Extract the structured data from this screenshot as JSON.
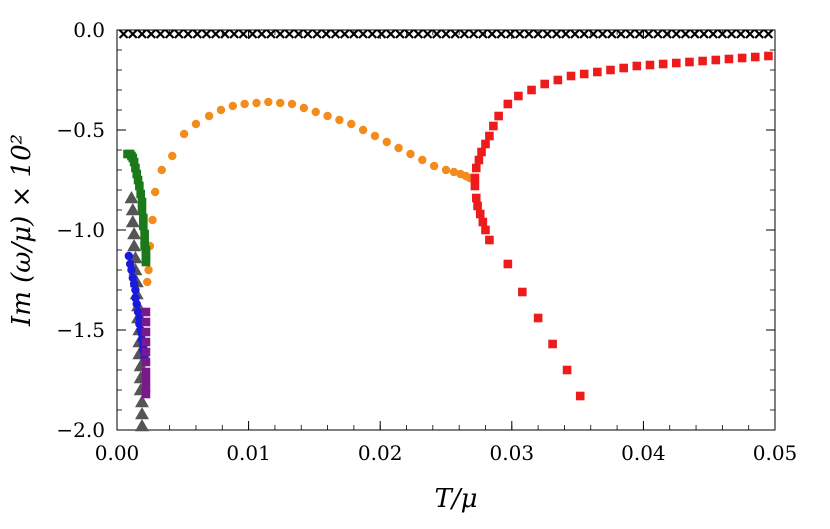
{
  "chart_data": {
    "type": "scatter",
    "xlabel": "T/μ",
    "ylabel": "Im (ω/μ) × 10²",
    "xlim": [
      0.0,
      0.05
    ],
    "ylim": [
      -2.0,
      0.0
    ],
    "xticks": [
      0.0,
      0.01,
      0.02,
      0.03,
      0.04,
      0.05
    ],
    "xtick_labels": [
      "0.00",
      "0.01",
      "0.02",
      "0.03",
      "0.04",
      "0.05"
    ],
    "yticks": [
      0.0,
      -0.5,
      -1.0,
      -1.5,
      -2.0
    ],
    "ytick_labels": [
      "0.0",
      "−0.5",
      "−1.0",
      "−1.5",
      "−2.0"
    ],
    "grid": false,
    "series": [
      {
        "marker": "x",
        "color": "#000000",
        "x": [
          0.0005,
          0.0012,
          0.0019,
          0.0026,
          0.0033,
          0.004,
          0.0047,
          0.0054,
          0.0061,
          0.0068,
          0.0075,
          0.0082,
          0.0089,
          0.0096,
          0.0103,
          0.011,
          0.0117,
          0.0124,
          0.0131,
          0.0138,
          0.0145,
          0.0152,
          0.0159,
          0.0166,
          0.0173,
          0.018,
          0.0187,
          0.0194,
          0.0201,
          0.0208,
          0.0215,
          0.0222,
          0.0229,
          0.0236,
          0.0243,
          0.025,
          0.0257,
          0.0264,
          0.0271,
          0.0278,
          0.0285,
          0.0292,
          0.0299,
          0.0306,
          0.0313,
          0.032,
          0.0327,
          0.0334,
          0.0341,
          0.0348,
          0.0355,
          0.0362,
          0.0369,
          0.0376,
          0.0383,
          0.039,
          0.0397,
          0.0404,
          0.0411,
          0.0418,
          0.0425,
          0.0432,
          0.0439,
          0.0446,
          0.0453,
          0.046,
          0.0467,
          0.0474,
          0.0481,
          0.0488,
          0.0495
        ],
        "y": [
          -0.02,
          -0.02,
          -0.02,
          -0.02,
          -0.02,
          -0.02,
          -0.02,
          -0.02,
          -0.02,
          -0.02,
          -0.02,
          -0.02,
          -0.02,
          -0.02,
          -0.02,
          -0.02,
          -0.02,
          -0.02,
          -0.02,
          -0.02,
          -0.02,
          -0.02,
          -0.02,
          -0.02,
          -0.02,
          -0.02,
          -0.02,
          -0.02,
          -0.02,
          -0.02,
          -0.02,
          -0.02,
          -0.02,
          -0.02,
          -0.02,
          -0.02,
          -0.02,
          -0.02,
          -0.02,
          -0.02,
          -0.02,
          -0.02,
          -0.02,
          -0.02,
          -0.02,
          -0.02,
          -0.02,
          -0.02,
          -0.02,
          -0.02,
          -0.02,
          -0.02,
          -0.02,
          -0.02,
          -0.02,
          -0.02,
          -0.02,
          -0.02,
          -0.02,
          -0.02,
          -0.02,
          -0.02,
          -0.02,
          -0.02,
          -0.02,
          -0.02,
          -0.02,
          -0.02,
          -0.02,
          -0.02,
          -0.02
        ]
      },
      {
        "marker": "circle",
        "color": "#f28c1c",
        "x": [
          0.0023,
          0.0024,
          0.0025,
          0.0027,
          0.0029,
          0.0034,
          0.0042,
          0.0051,
          0.006,
          0.007,
          0.0079,
          0.0088,
          0.0097,
          0.0106,
          0.0115,
          0.0124,
          0.0133,
          0.0142,
          0.0151,
          0.016,
          0.0169,
          0.0178,
          0.0187,
          0.0196,
          0.0205,
          0.0214,
          0.0223,
          0.0232,
          0.0241,
          0.025,
          0.0256,
          0.0261,
          0.0265,
          0.0268,
          0.027
        ],
        "y": [
          -1.26,
          -1.2,
          -1.08,
          -0.95,
          -0.81,
          -0.7,
          -0.63,
          -0.52,
          -0.47,
          -0.43,
          -0.4,
          -0.38,
          -0.37,
          -0.365,
          -0.36,
          -0.365,
          -0.37,
          -0.39,
          -0.41,
          -0.43,
          -0.45,
          -0.47,
          -0.5,
          -0.53,
          -0.56,
          -0.59,
          -0.62,
          -0.65,
          -0.68,
          -0.7,
          -0.71,
          -0.72,
          -0.73,
          -0.74,
          -0.745
        ]
      },
      {
        "marker": "square",
        "color": "#ed1c1c",
        "x": [
          0.0272,
          0.0273,
          0.0275,
          0.0277,
          0.028,
          0.0283,
          0.0286,
          0.029,
          0.0297,
          0.0305,
          0.0315,
          0.0325,
          0.0335,
          0.0345,
          0.0355,
          0.0365,
          0.0375,
          0.0385,
          0.0395,
          0.0405,
          0.0415,
          0.0425,
          0.0435,
          0.0445,
          0.0455,
          0.0465,
          0.0475,
          0.0485,
          0.0495,
          0.0272,
          0.0273,
          0.0274,
          0.0276,
          0.0278,
          0.028,
          0.0283,
          0.0297,
          0.0308,
          0.032,
          0.0331,
          0.0342,
          0.0352
        ],
        "y": [
          -0.74,
          -0.69,
          -0.65,
          -0.61,
          -0.57,
          -0.53,
          -0.48,
          -0.43,
          -0.37,
          -0.33,
          -0.3,
          -0.27,
          -0.25,
          -0.23,
          -0.22,
          -0.21,
          -0.2,
          -0.19,
          -0.18,
          -0.175,
          -0.17,
          -0.165,
          -0.16,
          -0.155,
          -0.15,
          -0.145,
          -0.14,
          -0.135,
          -0.13,
          -0.78,
          -0.84,
          -0.88,
          -0.92,
          -0.96,
          -1.0,
          -1.05,
          -1.17,
          -1.31,
          -1.44,
          -1.57,
          -1.7,
          -1.83
        ]
      },
      {
        "marker": "square",
        "color": "#1a7a1a",
        "x": [
          0.0008,
          0.001,
          0.0011,
          0.0012,
          0.0013,
          0.0014,
          0.0015,
          0.0016,
          0.0017,
          0.0018,
          0.0019,
          0.0019,
          0.002,
          0.002,
          0.0021,
          0.0021,
          0.0021,
          0.0022,
          0.0022,
          0.0022,
          0.0022
        ],
        "y": [
          -0.62,
          -0.62,
          -0.63,
          -0.64,
          -0.66,
          -0.69,
          -0.72,
          -0.75,
          -0.78,
          -0.82,
          -0.86,
          -0.9,
          -0.94,
          -0.98,
          -1.02,
          -1.05,
          -1.08,
          -1.1,
          -1.12,
          -1.14,
          -1.16
        ]
      },
      {
        "marker": "triangle",
        "color": "#555555",
        "x": [
          0.0011,
          0.0012,
          0.0012,
          0.0013,
          0.0013,
          0.0014,
          0.0014,
          0.0015,
          0.0015,
          0.0016,
          0.0016,
          0.0017,
          0.0017,
          0.0017,
          0.0018,
          0.0018,
          0.0018,
          0.0019,
          0.0019,
          0.0019
        ],
        "y": [
          -0.84,
          -0.9,
          -0.96,
          -1.02,
          -1.08,
          -1.14,
          -1.2,
          -1.26,
          -1.32,
          -1.38,
          -1.44,
          -1.5,
          -1.56,
          -1.62,
          -1.68,
          -1.74,
          -1.8,
          -1.86,
          -1.92,
          -1.98
        ]
      },
      {
        "marker": "circle",
        "color": "#1a1adf",
        "x": [
          0.0009,
          0.001,
          0.0011,
          0.0012,
          0.0013,
          0.0014,
          0.0014,
          0.0015,
          0.0016,
          0.0017,
          0.0017,
          0.0018,
          0.0019,
          0.0019,
          0.002,
          0.002,
          0.0021,
          0.0021,
          0.0022
        ],
        "y": [
          -1.13,
          -1.17,
          -1.2,
          -1.24,
          -1.27,
          -1.3,
          -1.34,
          -1.37,
          -1.41,
          -1.44,
          -1.47,
          -1.5,
          -1.52,
          -1.55,
          -1.58,
          -1.6,
          -1.62,
          -1.64,
          -1.66
        ]
      },
      {
        "marker": "square",
        "color": "#7a1a8a",
        "x": [
          0.0022,
          0.0022,
          0.0022,
          0.0022,
          0.0022,
          0.0022,
          0.0022,
          0.0022,
          0.0022,
          0.0022
        ],
        "y": [
          -1.41,
          -1.46,
          -1.51,
          -1.56,
          -1.61,
          -1.66,
          -1.71,
          -1.75,
          -1.79,
          -1.82
        ]
      }
    ]
  }
}
